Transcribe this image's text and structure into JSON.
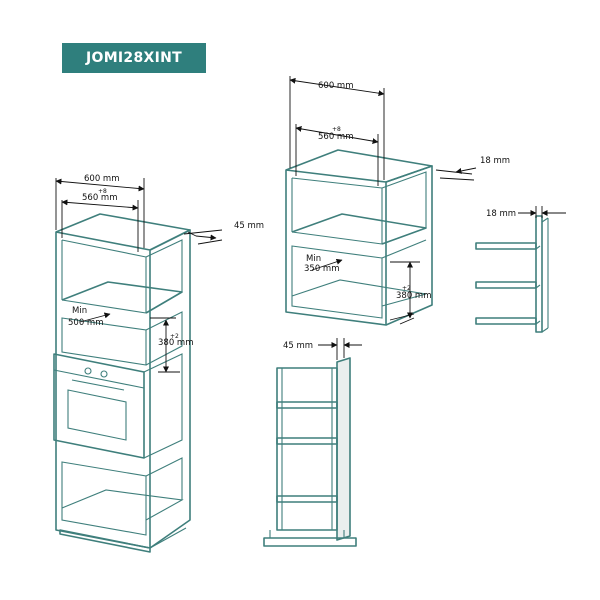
{
  "title": "JOMI28XINT",
  "left_drawing": {
    "width_outer": "600 mm",
    "width_inner_sup": "+8",
    "width_inner": "560 mm",
    "side": "45 mm",
    "depth_min_label": "Min",
    "depth_min_value": "500 mm",
    "height_sup": "+2",
    "height_value": "380 mm"
  },
  "right_drawing": {
    "width_outer": "600 mm",
    "width_inner_sup": "+8",
    "width_inner": "560 mm",
    "side": "18 mm",
    "depth_min_label": "Min",
    "depth_min_value": "350 mm",
    "height_sup": "+2",
    "height_value": "380 mm"
  },
  "side_detail": {
    "thickness": "18 mm"
  },
  "front_detail": {
    "gap": "45 mm"
  },
  "colors": {
    "brand": "#2f7f7d",
    "line": "#3f7f7c"
  }
}
